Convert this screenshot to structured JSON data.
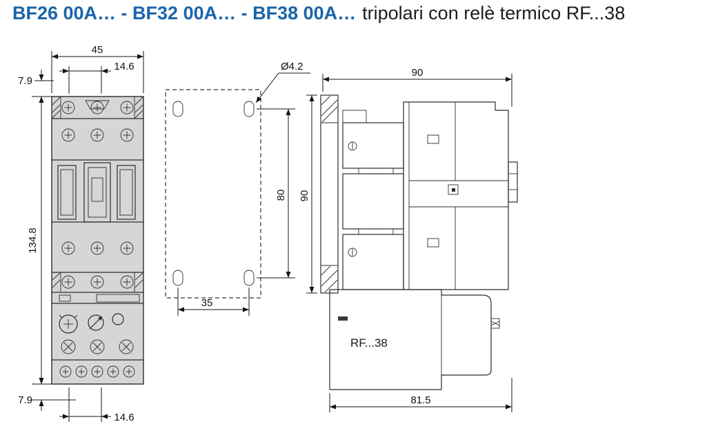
{
  "title": {
    "models": "BF26 00A… - BF32 00A… - BF38 00A…",
    "description": "tripolari con relè termico RF...38"
  },
  "colors": {
    "accent_blue": "#1b64ab",
    "body_gray": "#d6d6d6",
    "relay_gray": "#e3e3e3",
    "line_dark": "#2b2b2b"
  },
  "front_view": {
    "dim_width": "45",
    "dim_hole_spacing_top": "14.6",
    "dim_offset_top": "7.9",
    "dim_height": "134.8",
    "dim_offset_bottom": "7.9",
    "dim_hole_spacing_bottom": "14.6"
  },
  "drill_plan": {
    "dim_hole_diameter": "Ø4.2",
    "dim_vertical_spacing": "80",
    "dim_horizontal_spacing": "35"
  },
  "side_view": {
    "label": "RF...38",
    "dim_width_top": "90",
    "dim_height_left": "90",
    "dim_depth_bottom": "81.5"
  }
}
